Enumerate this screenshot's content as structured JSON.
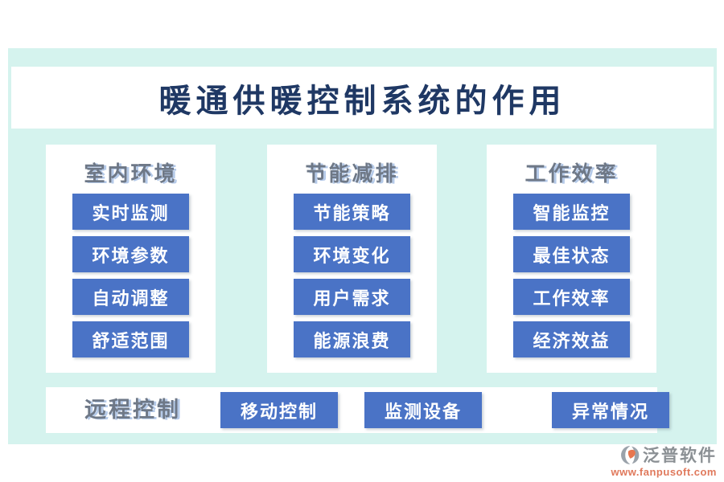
{
  "page": {
    "title": "暖通供暖控制系统的作用"
  },
  "columns": [
    {
      "header": "室内环境",
      "buttons": [
        "实时监测",
        "环境参数",
        "自动调整",
        "舒适范围"
      ]
    },
    {
      "header": "节能减排",
      "buttons": [
        "节能策略",
        "环境变化",
        "用户需求",
        "能源浪费"
      ]
    },
    {
      "header": "工作效率",
      "buttons": [
        "智能监控",
        "最佳状态",
        "工作效率",
        "经济效益"
      ]
    }
  ],
  "bottom_row": {
    "label": "远程控制",
    "buttons": [
      "移动控制",
      "监测设备",
      "异常情况"
    ]
  },
  "footer": {
    "brand": "泛普软件",
    "url": "www.fanpusoft.com"
  },
  "colors": {
    "background_mint": "#d5f3ee",
    "panel_white": "#ffffff",
    "button_blue": "#4a73c6",
    "title_navy": "#1f3864",
    "header_gray": "#6e7887",
    "header_shadow_blue": "#b5cae9",
    "brand_gray": "#8b9094",
    "url_orange": "#e0795c"
  }
}
